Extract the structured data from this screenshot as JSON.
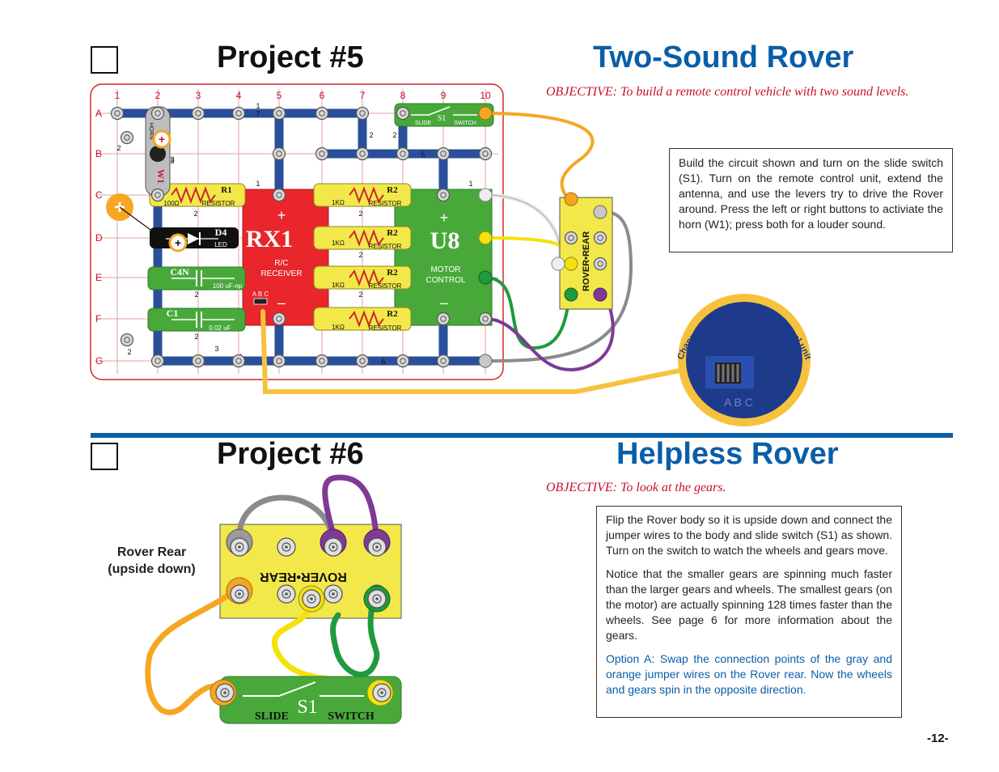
{
  "project5": {
    "number": "Project #5",
    "title": "Two-Sound Rover",
    "objective": "OBJECTIVE:  To build a remote control vehicle with two sound levels.",
    "instructions": "Build the circuit shown and turn on the slide switch (S1). Turn on the remote control unit, extend the antenna, and use the levers try to drive the Rover around. Press the left or right buttons to activiate the horn (W1); press both for a louder sound.",
    "inset_caption": "Channel switch on remote control unit",
    "inset_letters": "A B C",
    "board": {
      "columns": [
        "1",
        "2",
        "3",
        "4",
        "5",
        "6",
        "7",
        "8",
        "9",
        "10"
      ],
      "rows": [
        "A",
        "B",
        "C",
        "D",
        "E",
        "F",
        "G"
      ],
      "parts": {
        "horn": "W1",
        "horn_label": "HORN",
        "r1": "R1",
        "r1_value": "100Ω",
        "r1_type": "RESISTOR",
        "d4": "D4",
        "d4_type": "LED",
        "c4": "C4N",
        "c4_value": "100 uF-np",
        "c1": "C1",
        "c1_value": "0.02 uF",
        "rx1": "RX1",
        "rx1_line1": "R/C",
        "rx1_line2": "RECEIVER",
        "rx1_abc": "A B C",
        "u8": "U8",
        "u8_line1": "MOTOR",
        "u8_line2": "CONTROL",
        "r2": "R2",
        "r2_value": "1KΩ",
        "r2_type": "RESISTOR",
        "s1": "S1",
        "s1_left": "SLIDE",
        "s1_right": "SWITCH",
        "rover_rear": "ROVER•REAR",
        "plus": "+",
        "minus": "–"
      },
      "wire_numbers": [
        "1",
        "2",
        "3",
        "4",
        "5",
        "6",
        "7",
        "2",
        "2",
        "2",
        "2",
        "2",
        "3",
        "1",
        "1",
        "2",
        "2",
        "2",
        "2",
        "3",
        "2",
        "2",
        "2",
        "2",
        "2",
        "2",
        "2",
        "2",
        "1",
        "1",
        "1",
        "3",
        "2",
        "1",
        "3"
      ]
    }
  },
  "project6": {
    "number": "Project #6",
    "title": "Helpless Rover",
    "objective": "OBJECTIVE:  To look at the gears.",
    "caption_line1": "Rover Rear",
    "caption_line2": "(upside down)",
    "rover_rear_label": "ROVER•REAR",
    "s1": "S1",
    "s1_left": "SLIDE",
    "s1_right": "SWITCH",
    "para1": "Flip the Rover body so it is upside down and connect the jumper wires to the body and slide switch (S1) as shown. Turn on the switch to watch the wheels and gears move.",
    "para2": "Notice that the smaller gears are spinning much faster than the larger gears and wheels. The smallest gears (on the motor) are actually spinning 128 times faster than the wheels. See page 6 for more information about the gears.",
    "option": "Option A:  Swap the connection points of the gray and orange jumper wires on the Rover rear. Now the wheels and gears spin in the opposite direction."
  },
  "page_number": "-12-",
  "colors": {
    "title_blue": "#0a5ea8",
    "objective_red": "#c8102e",
    "snap_blue": "#2a4f9a",
    "rx_red": "#e8262c",
    "u8_green": "#48a93a",
    "component_yellow": "#f2e84a",
    "wire_orange": "#f6a623",
    "wire_gray": "#8b8b8b",
    "wire_yellow": "#f6e10a",
    "wire_green": "#1f9a3e",
    "wire_purple": "#7d3a96",
    "wire_white": "#e8e8e8"
  }
}
